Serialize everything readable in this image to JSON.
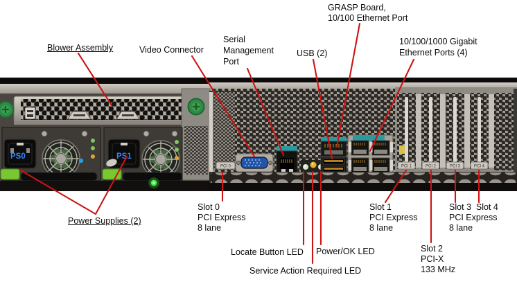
{
  "figure": {
    "background": "#ffffff",
    "callout_line_color": "#cc1414"
  },
  "callouts": {
    "blower_assembly": "Blower Assembly",
    "video_connector": "Video Connector",
    "serial_management_port": "Serial\nManagement\nPort",
    "grasp_board": "GRASP Board,\n10/100 Ethernet Port",
    "usb": "USB (2)",
    "gigabit_ethernet": "10/100/1000 Gigabit\nEthernet Ports (4)",
    "power_supplies": "Power Supplies (2)",
    "slot0": "Slot 0\nPCI Express\n8 lane",
    "slot1": "Slot 1\nPCI Express\n8 lane",
    "slot2": "Slot 2\nPCI-X\n133 MHz",
    "slot3_slot4": "Slot 3  Slot 4\nPCI Express\n8 lane",
    "locate_button_led": "Locate Button LED",
    "power_ok_led": "Power/OK LED",
    "service_action_required_led": "Service Action Required LED"
  },
  "photo": {
    "psu_labels": [
      "PS0",
      "PS1"
    ],
    "pci_slot_tabs": [
      "PCI 0",
      "PCI 1",
      "PCI 2",
      "PCI 3",
      "PCI 4"
    ],
    "psu_label_color": "#2f86ff",
    "led_colors": {
      "locate": "#d6e8cc",
      "service_action": "#e8b428",
      "power_ok": "#e2e2da",
      "psu_ok": "#46e846"
    }
  }
}
